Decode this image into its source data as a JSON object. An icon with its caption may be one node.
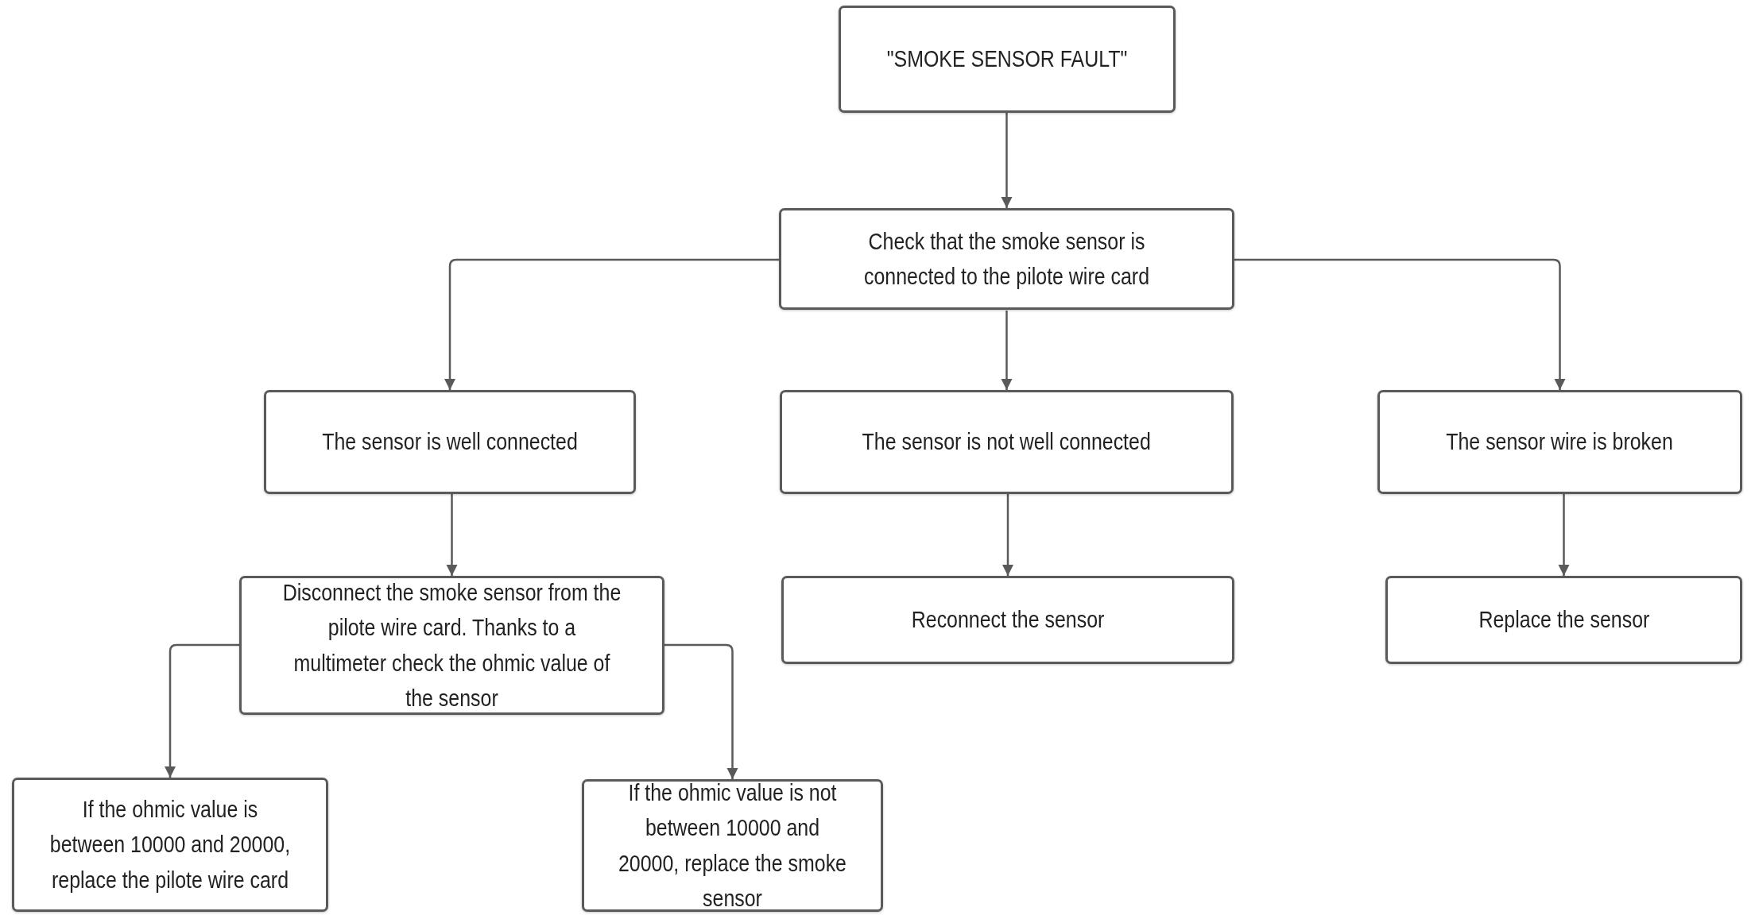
{
  "diagram": {
    "nodes": [
      {
        "text": [
          "\"SMOKE SENSOR FAULT\""
        ]
      },
      {
        "text": [
          "Check that the smoke sensor is connected to the pilote wire card"
        ]
      },
      {
        "text": [
          "The sensor is well connected"
        ]
      },
      {
        "text": [
          "The sensor is not well connected"
        ]
      },
      {
        "text": [
          "The sensor wire is broken"
        ]
      },
      {
        "text": [
          "Disconnect the smoke sensor from the pilote wire card. Thanks to a multimeter check the ohmic value of the sensor"
        ]
      },
      {
        "text": [
          "Reconnect the sensor"
        ]
      },
      {
        "text": [
          "Replace the sensor"
        ]
      },
      {
        "text": [
          "If the ohmic value is between 10000 and 20000, replace the pilote wire card"
        ]
      },
      {
        "text": [
          "If the ohmic value is not between 10000 and 20000, replace the smoke sensor"
        ]
      }
    ],
    "edges": [
      {
        "from": 0,
        "to": 1,
        "arrow": "to"
      },
      {
        "from": 1,
        "to": 2,
        "arrow": "to"
      },
      {
        "from": 1,
        "to": 3,
        "arrow": "to"
      },
      {
        "from": 1,
        "to": 4,
        "arrow": "to"
      },
      {
        "from": 2,
        "to": 5,
        "arrow": "to"
      },
      {
        "from": 3,
        "to": 6,
        "arrow": "to"
      },
      {
        "from": 4,
        "to": 7,
        "arrow": "to"
      },
      {
        "from": 5,
        "to": 8,
        "arrow": "to"
      },
      {
        "from": 5,
        "to": 9,
        "arrow": "to"
      }
    ]
  }
}
